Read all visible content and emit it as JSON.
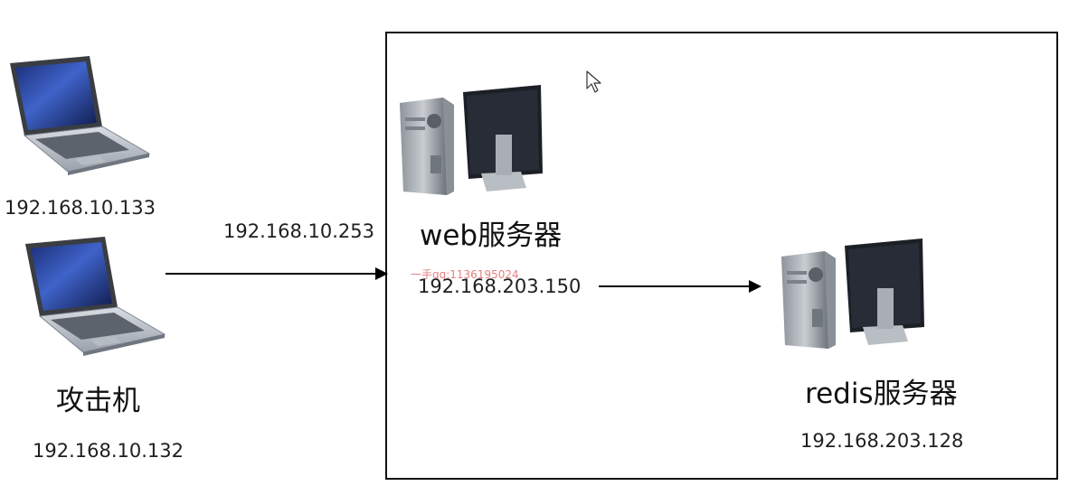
{
  "attackers": {
    "laptop1": {
      "ip": "192.168.10.133"
    },
    "laptop2": {
      "name": "攻击机",
      "ip": "192.168.10.132"
    }
  },
  "link_ip": "192.168.10.253",
  "web_server": {
    "name": "web服务器",
    "ip": "192.168.203.150"
  },
  "redis_server": {
    "name": "redis服务器",
    "ip": "192.168.203.128"
  },
  "watermark": "一手qq:1136195024",
  "icons": [
    "laptop-icon",
    "desktop-computer-icon",
    "mouse-cursor-icon"
  ]
}
